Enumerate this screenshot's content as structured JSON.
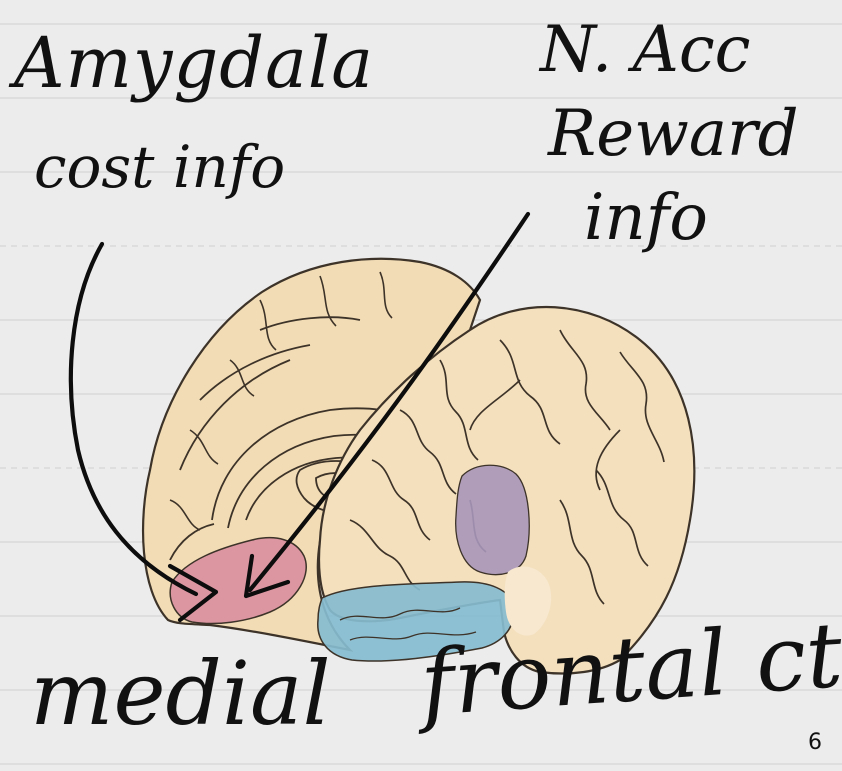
{
  "annotations": {
    "amygdala": "Amygdala",
    "amygdala_role": "cost info",
    "nacc": "N. Acc",
    "nacc_role_line1": "Reward",
    "nacc_role_line2": "info",
    "caption": "medial",
    "caption2": "frontal ctx!",
    "page_number": "6"
  },
  "regions": {
    "medial_frontal": {
      "color": "#d88a9f"
    },
    "purple_region": {
      "color": "#a796b9"
    },
    "blue_region": {
      "color": "#86bcd0"
    }
  },
  "palette": {
    "brain_fill": "#f2dcb5",
    "brain_outline": "#3d3328",
    "ink": "#0d0d0d",
    "paper": "#ececec",
    "paper_lines": "#d6d6d6"
  }
}
